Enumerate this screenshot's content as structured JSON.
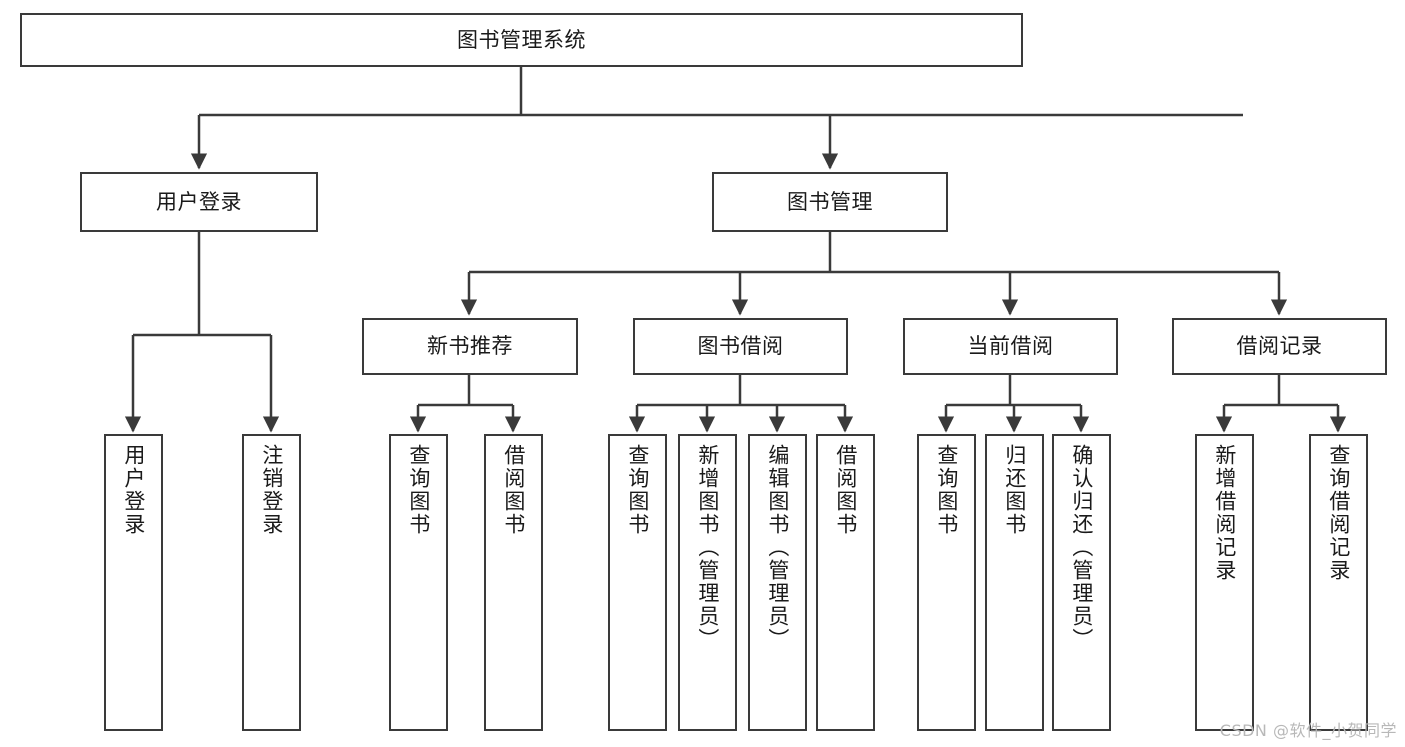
{
  "diagram": {
    "title": "图书管理系统",
    "type": "hierarchy-tree",
    "root": {
      "label": "图书管理系统"
    },
    "level2": [
      {
        "label": "用户登录"
      },
      {
        "label": "图书管理"
      }
    ],
    "level3": [
      {
        "label": "新书推荐"
      },
      {
        "label": "图书借阅"
      },
      {
        "label": "当前借阅"
      },
      {
        "label": "借阅记录"
      }
    ],
    "leaves": {
      "user_login": [
        {
          "label": "用户登录"
        },
        {
          "label": "注销登录"
        }
      ],
      "new_book": [
        {
          "label": "查询图书"
        },
        {
          "label": "借阅图书"
        }
      ],
      "book_borrow": [
        {
          "label": "查询图书"
        },
        {
          "label": "新增图书（管理员）"
        },
        {
          "label": "编辑图书（管理员）"
        },
        {
          "label": "借阅图书"
        }
      ],
      "current_borrow": [
        {
          "label": "查询图书"
        },
        {
          "label": "归还图书"
        },
        {
          "label": "确认归还（管理员）"
        }
      ],
      "borrow_record": [
        {
          "label": "新增借阅记录"
        },
        {
          "label": "查询借阅记录"
        }
      ]
    }
  },
  "watermark": {
    "text": "CSDN @软件_小贺同学"
  },
  "colors": {
    "node_border": "#3a3a3a",
    "node_fill": "#ffffff",
    "text": "#1a1a1a",
    "connector": "#3a3a3a",
    "watermark": "#b8b8b8"
  }
}
